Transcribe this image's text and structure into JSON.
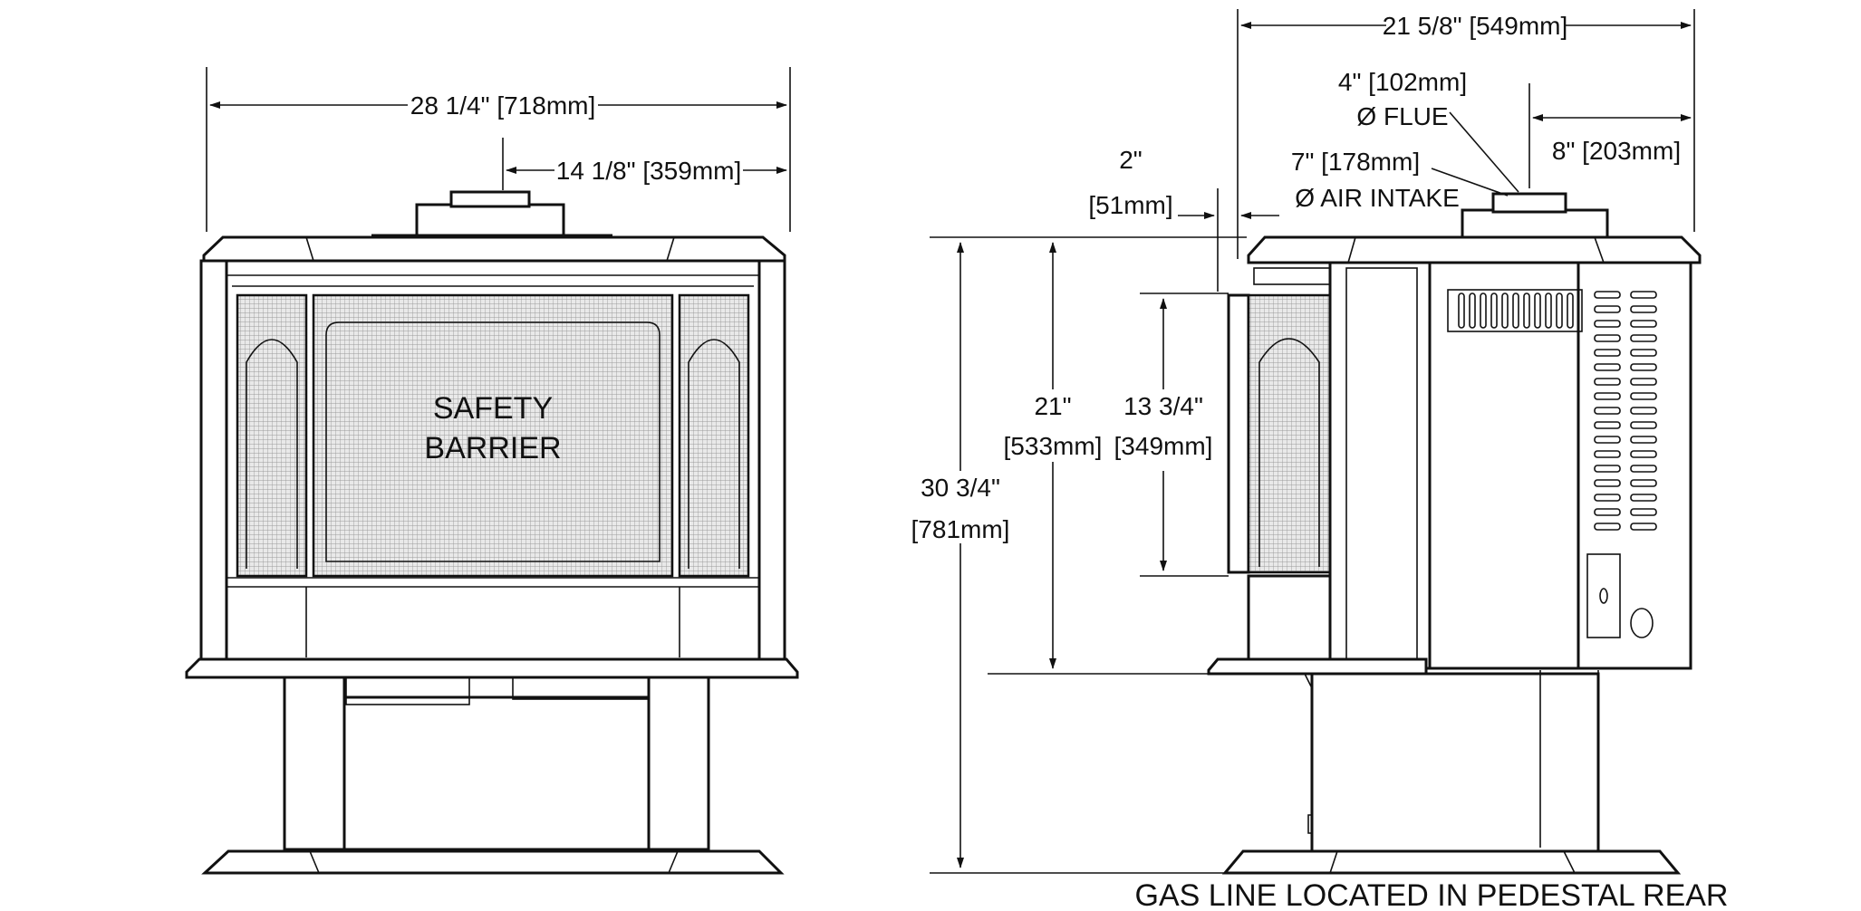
{
  "front_view": {
    "overall_width": "28 1/4\" [718mm]",
    "flue_offset": "14 1/8\" [359mm]",
    "barrier_label_line1": "SAFETY",
    "barrier_label_line2": "BARRIER"
  },
  "side_view": {
    "depth": "21 5/8\" [549mm]",
    "flue_size_line1": "4\" [102mm]",
    "flue_size_line2": "Ø FLUE",
    "intake_size_line1": "7\" [178mm]",
    "intake_size_line2": "Ø AIR INTAKE",
    "rear_to_flue": "8\" [203mm]",
    "front_projection_line1": "2\"",
    "front_projection_line2": "[51mm]",
    "overall_height_line1": "30 3/4\"",
    "overall_height_line2": "[781mm]",
    "floor_to_top_line1": "21\"",
    "floor_to_top_line2": "[533mm]",
    "door_height_line1": "13 3/4\"",
    "door_height_line2": "[349mm]"
  },
  "note": "GAS LINE LOCATED IN PEDESTAL REAR"
}
